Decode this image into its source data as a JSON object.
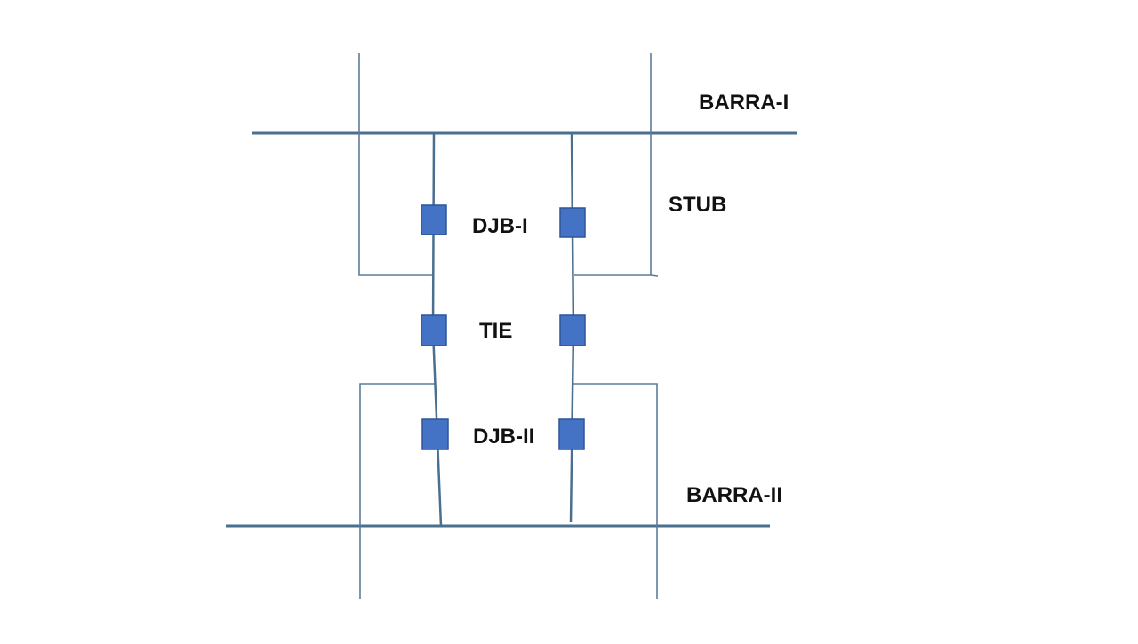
{
  "labels": {
    "bus_1": "BARRA-I",
    "bus_2": "BARRA-II",
    "stub": "STUB",
    "breaker_1": "DJB-I",
    "tie": "TIE",
    "breaker_2": "DJB-II"
  },
  "colors": {
    "line": "#4a6f8f",
    "thin_line": "#5b7d99",
    "breaker_fill": "#4472c4",
    "breaker_stroke": "#2f5597",
    "text": "#111111",
    "background": "#ffffff"
  }
}
